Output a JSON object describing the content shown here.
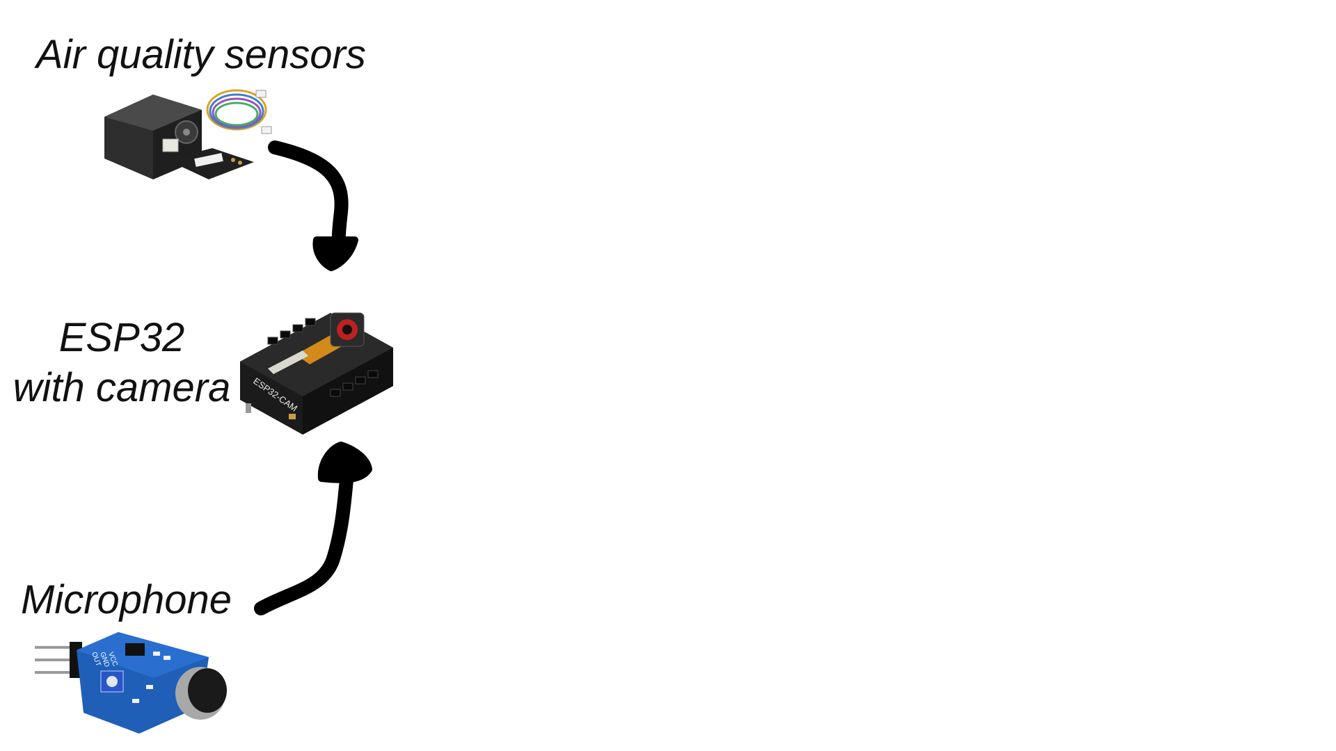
{
  "labels": {
    "air_quality": "Air quality sensors",
    "esp32_line1": "ESP32",
    "esp32_line2": "with camera",
    "microphone": "Microphone"
  },
  "board_texts": {
    "esp_silkscreen": "ESP32-CAM",
    "mic_pins": [
      "OUT",
      "GND",
      "VCC"
    ]
  },
  "colors": {
    "text": "#111111",
    "arrow": "#000000",
    "esp_board": "#1b1b1b",
    "mic_board": "#1f5fb8",
    "sensor_body": "#2b2b2b"
  },
  "icons": [
    "air-quality-sensor-image",
    "esp32-camera-board-image",
    "microphone-module-image",
    "arrow-down",
    "arrow-up"
  ]
}
